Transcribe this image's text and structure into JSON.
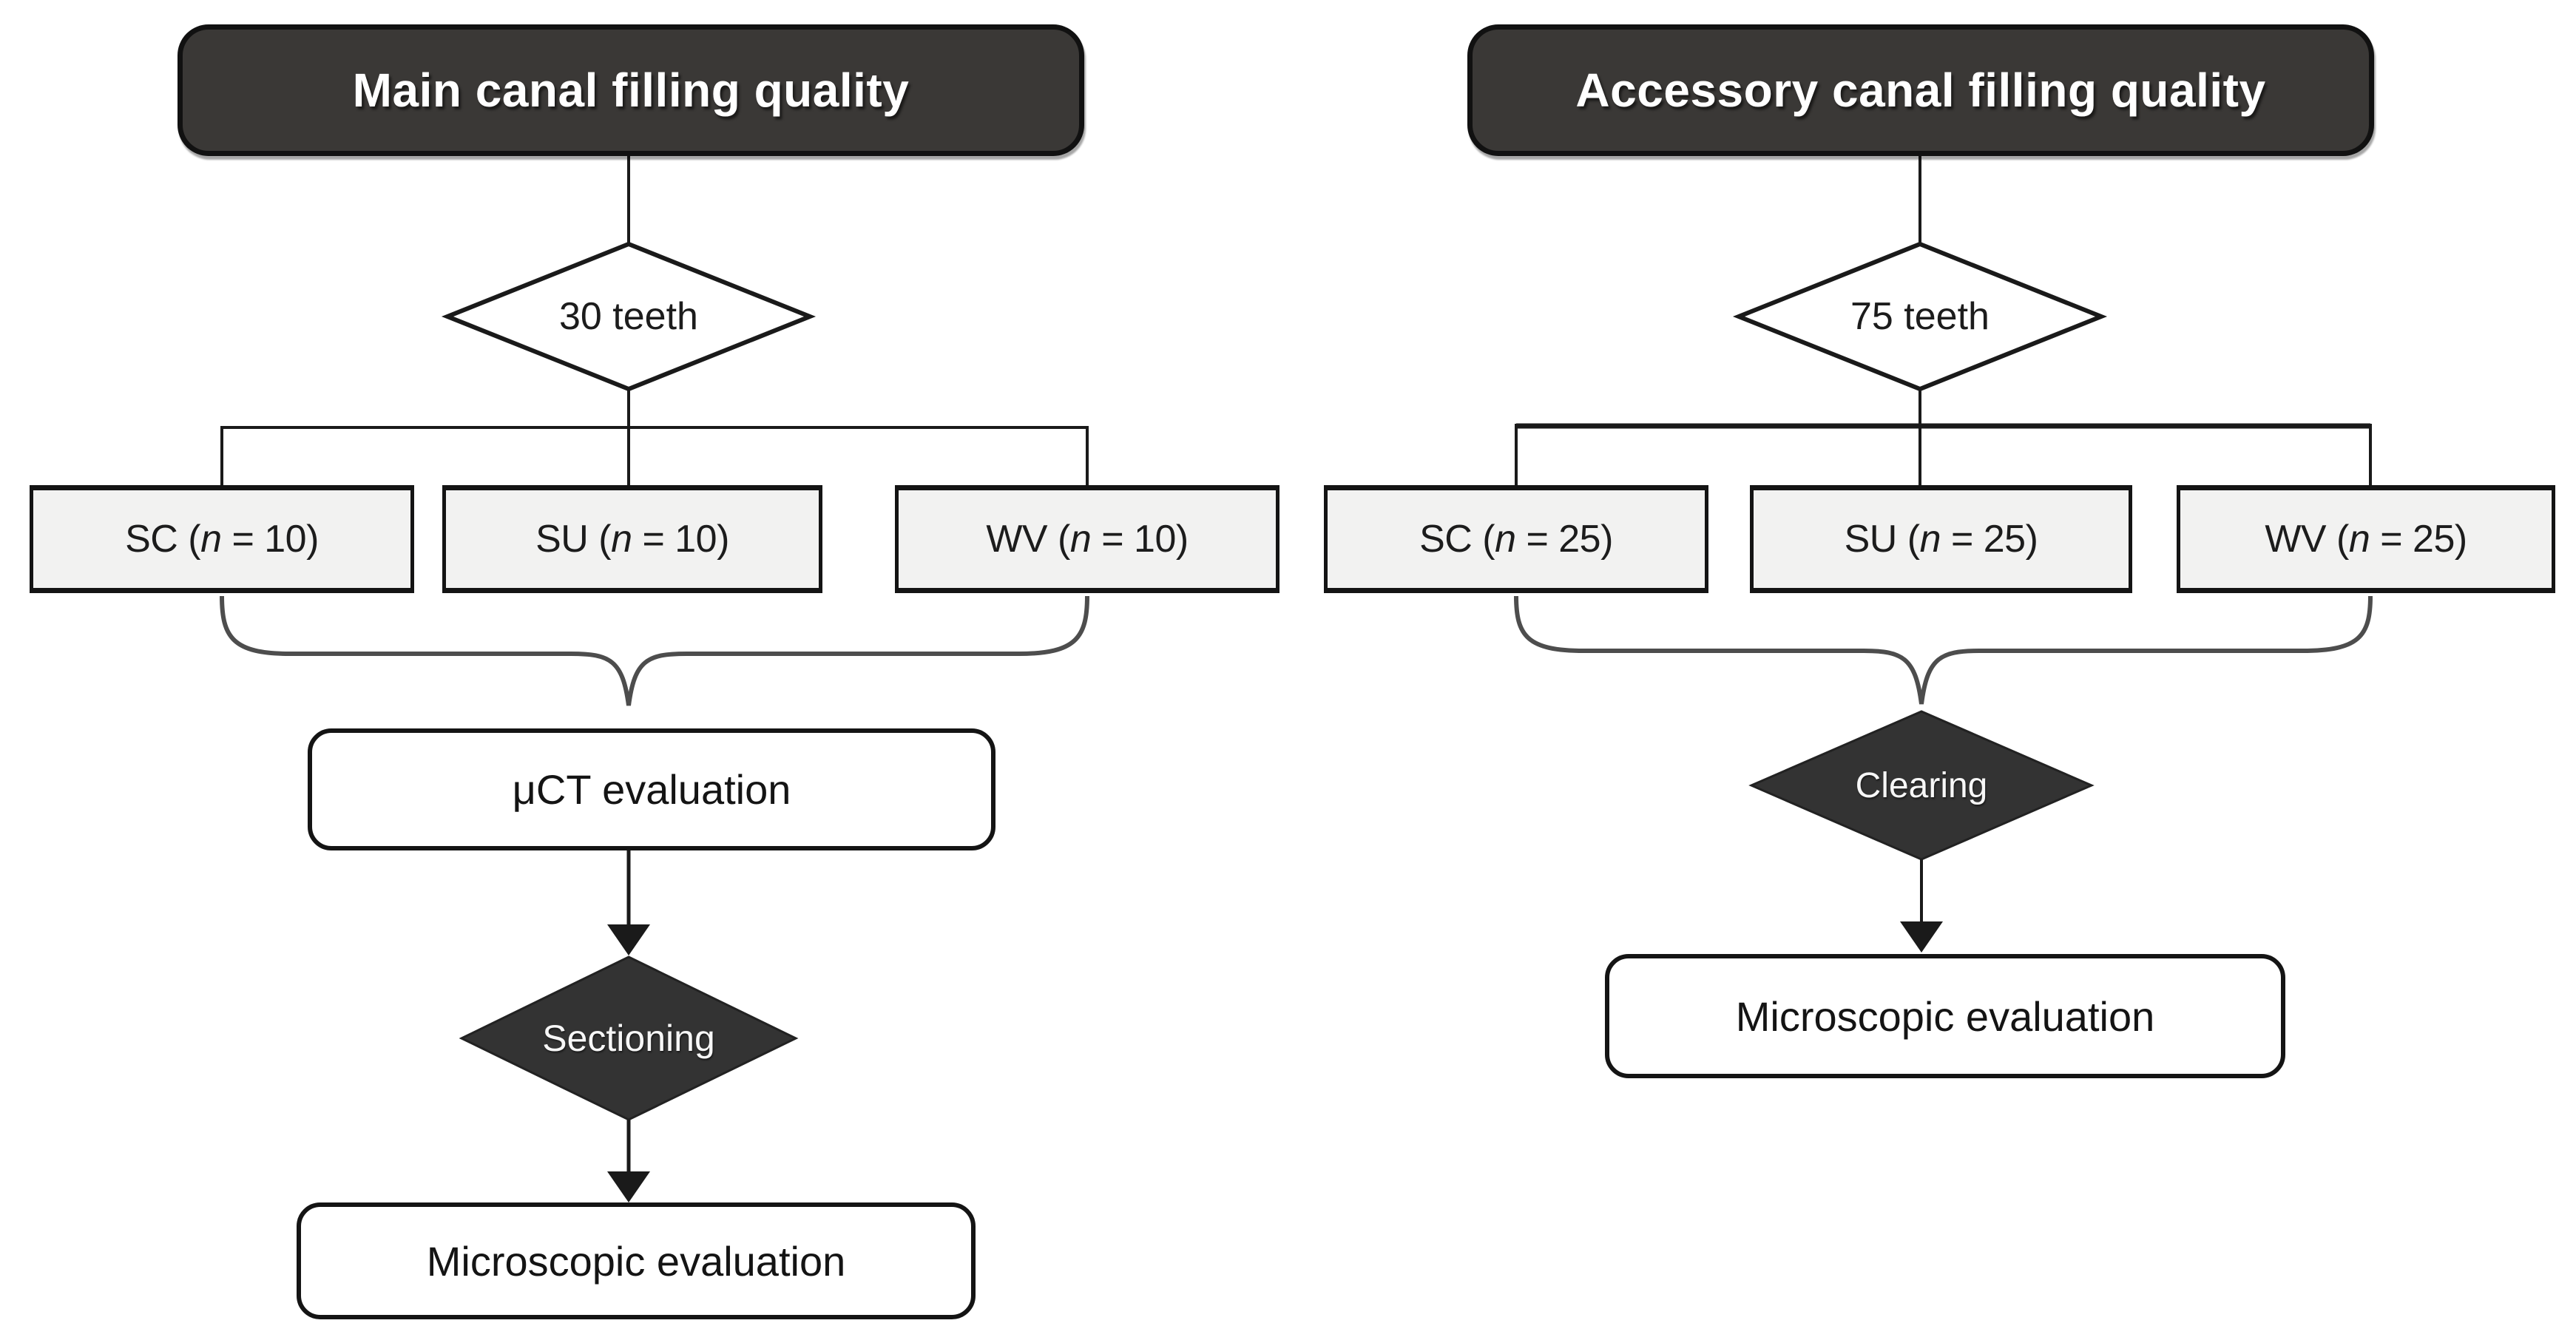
{
  "figure": {
    "type": "study-design-flowchart",
    "background": "#ffffff"
  },
  "left_chart": {
    "title": "Main canal filling quality",
    "sample_count": "30 teeth",
    "groups": [
      {
        "prefix": "SC (",
        "var": "n",
        "suffix": " = 10)"
      },
      {
        "prefix": "SU (",
        "var": "n",
        "suffix": " = 10)"
      },
      {
        "prefix": "WV (",
        "var": "n",
        "suffix": " = 10)"
      }
    ],
    "evaluation_step": "μCT evaluation",
    "process_step": "Sectioning",
    "final_step": "Microscopic evaluation"
  },
  "right_chart": {
    "title": "Accessory canal filling quality",
    "sample_count": "75 teeth",
    "groups": [
      {
        "prefix": "SC (",
        "var": "n",
        "suffix": " = 25)"
      },
      {
        "prefix": "SU (",
        "var": "n",
        "suffix": " = 25)"
      },
      {
        "prefix": "WV (",
        "var": "n",
        "suffix": " = 25)"
      }
    ],
    "process_step": "Clearing",
    "final_step": "Microscopic evaluation"
  },
  "colors": {
    "dark_fill": "#3a3836",
    "dark_diamond": "#333333",
    "light_fill": "#f2f2f1",
    "white_fill": "#ffffff",
    "line": "#1a1a1a",
    "brace": "#4d4d4d"
  }
}
